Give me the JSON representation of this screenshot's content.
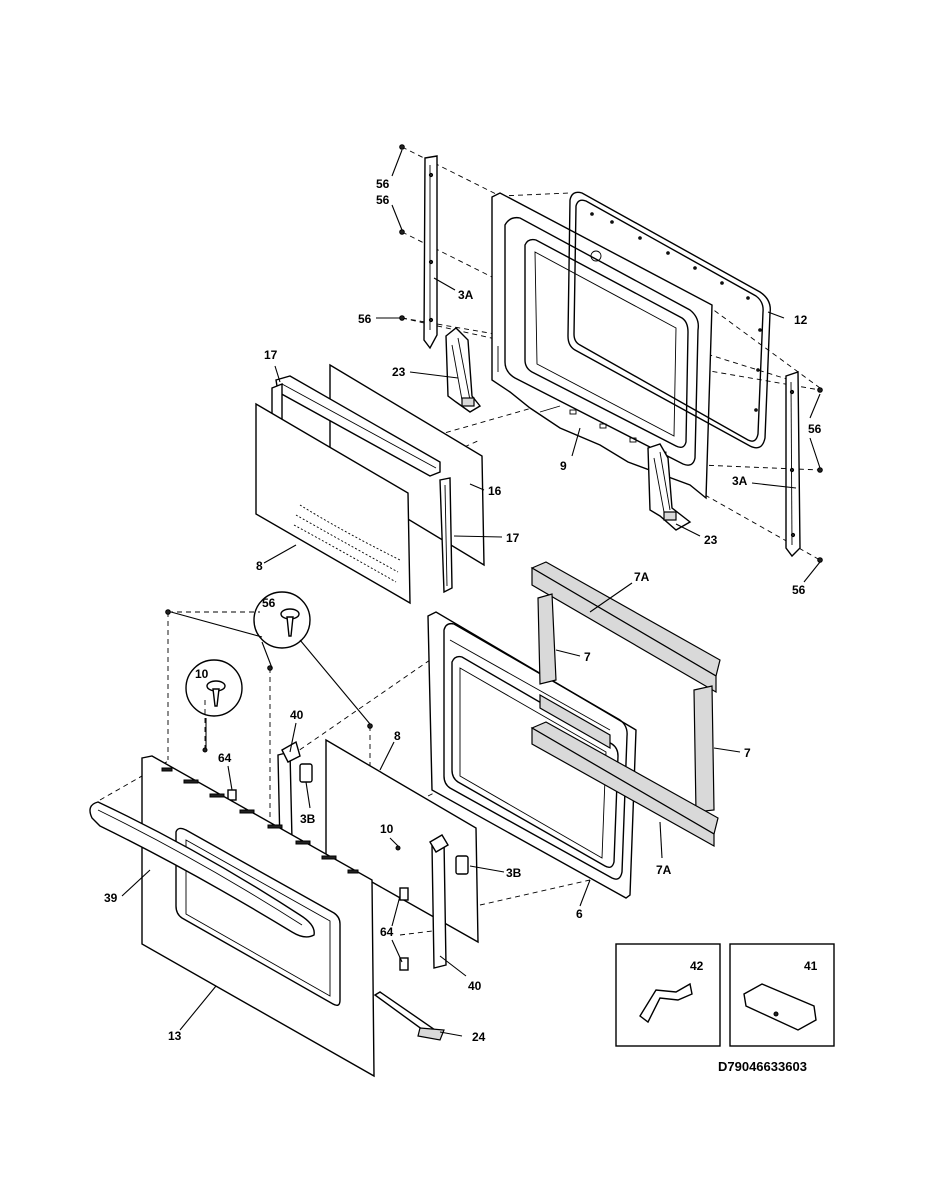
{
  "diagram_code": "D79046633603",
  "labels": {
    "l56a": "56",
    "l56b": "56",
    "l3Aa": "3A",
    "l56c": "56",
    "l12": "12",
    "l17a": "17",
    "l23a": "23",
    "l56d": "56",
    "l9": "9",
    "l3Ab": "3A",
    "l16": "16",
    "l17b": "17",
    "l23b": "23",
    "l8a": "8",
    "l56e": "56",
    "l7Aa": "7A",
    "l56f": "56",
    "l7a": "7",
    "l10a": "10",
    "l40a": "40",
    "l8b": "8",
    "l7b": "7",
    "l64a": "64",
    "l3Ba": "3B",
    "l10b": "10",
    "l7Ab": "7A",
    "l3Bb": "3B",
    "l39": "39",
    "l64b": "64",
    "l6": "6",
    "l42": "42",
    "l41": "41",
    "l40b": "40",
    "l13": "13",
    "l24": "24"
  }
}
